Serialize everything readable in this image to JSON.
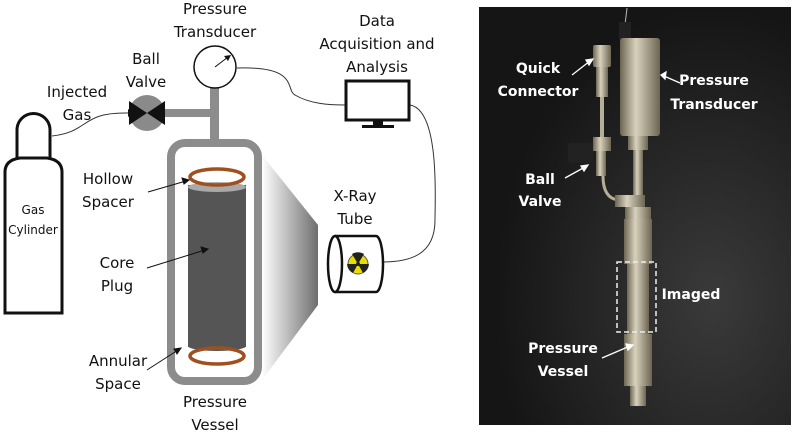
{
  "schematic": {
    "pressure_transducer": [
      "Pressure",
      "Transducer"
    ],
    "data_acquisition": [
      "Data",
      "Acquisition and",
      "Analysis"
    ],
    "ball_valve": [
      "Ball",
      "Valve"
    ],
    "injected_gas": [
      "Injected",
      "Gas"
    ],
    "gas_cylinder": [
      "Gas",
      "Cylinder"
    ],
    "hollow_spacer": [
      "Hollow",
      "Spacer"
    ],
    "core_plug": [
      "Core",
      "Plug"
    ],
    "annular_space": [
      "Annular",
      "Space"
    ],
    "pressure_vessel": [
      "Pressure",
      "Vessel"
    ],
    "xray_tube": [
      "X-Ray",
      "Tube"
    ]
  },
  "photo": {
    "quick_connector": [
      "Quick",
      "Connector"
    ],
    "pressure_transducer": [
      "Pressure",
      "Transducer"
    ],
    "ball_valve": [
      "Ball",
      "Valve"
    ],
    "imaged": "Imaged",
    "pressure_vessel": [
      "Pressure",
      "Vessel"
    ]
  },
  "colors": {
    "pipe": "#8c8c8c",
    "core": "#555555",
    "ring": "#a0501e",
    "photo_bg": "#1c1c1c"
  }
}
